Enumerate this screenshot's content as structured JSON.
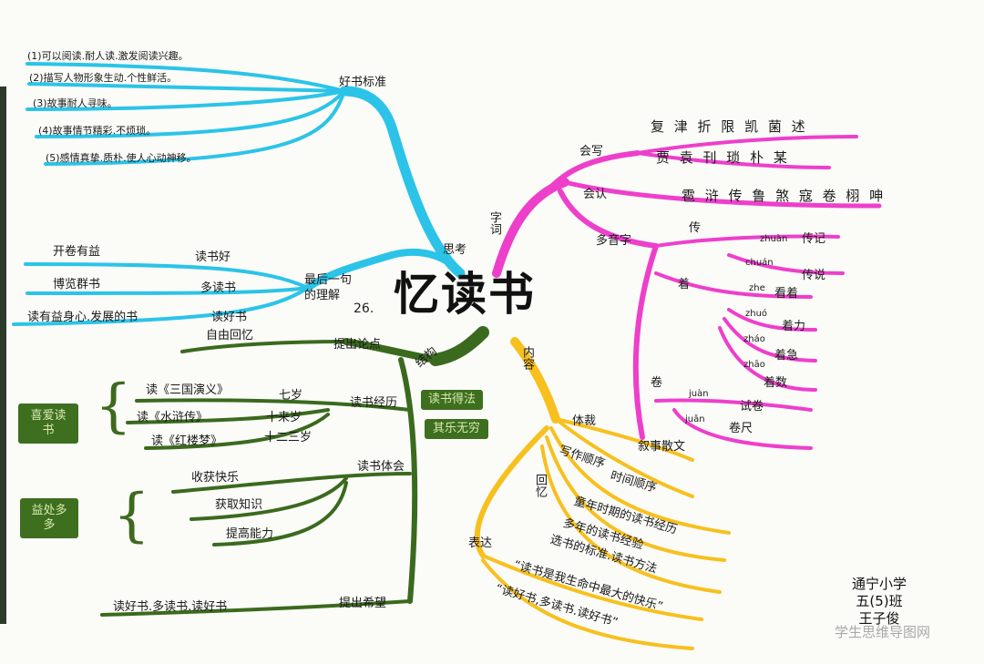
{
  "title": "忆读书",
  "title_number": "26.",
  "blue": {
    "topic": "思考",
    "standard": {
      "label": "好书标准",
      "items": [
        "(1)可以阅读.耐人读.激发阅读兴趣。",
        "(2)描写人物形象生动.个性鲜活。",
        "(3)故事耐人寻味。",
        "(4)故事情节精彩.不烦琐。",
        "(5)感情真挚.质朴.使人心动神移。"
      ]
    },
    "last_sentence": {
      "label": "最后一句的理解",
      "items": [
        {
          "left": "开卷有益",
          "right": "读书好"
        },
        {
          "left": "博览群书",
          "right": "多读书"
        },
        {
          "left": "读有益身心.发展的书",
          "right": "读好书"
        }
      ]
    }
  },
  "pink": {
    "topic": "字词",
    "write": {
      "label": "会写",
      "rows": [
        "复 津 折 限 凯 菌 述",
        "贾 袁 刊 琐 朴 某"
      ]
    },
    "recognize": {
      "label": "会认",
      "row": "雹 浒 传 鲁 煞 寇 卷 栩 呻"
    },
    "polyphone": {
      "label": "多音字",
      "chars": [
        {
          "char": "传",
          "readings": [
            {
              "pinyin": "zhuàn",
              "word": "传记"
            },
            {
              "pinyin": "chuán",
              "word": "传说"
            }
          ]
        },
        {
          "char": "着",
          "readings": [
            {
              "pinyin": "zhe",
              "word": "看着"
            },
            {
              "pinyin": "zhuó",
              "word": "着力"
            },
            {
              "pinyin": "zháo",
              "word": "着急"
            },
            {
              "pinyin": "zhāo",
              "word": "着数"
            }
          ]
        },
        {
          "char": "卷",
          "readings": [
            {
              "pinyin": "juàn",
              "word": "试卷"
            },
            {
              "pinyin": "juǎn",
              "word": "卷尺"
            }
          ]
        }
      ]
    }
  },
  "yellow": {
    "topic": "内容",
    "genre": {
      "label": "体裁",
      "value": "叙事散文"
    },
    "order": {
      "label": "写作顺序",
      "value": "时间顺序"
    },
    "recall": {
      "label": "回忆",
      "items": [
        "童年时期的读书经历",
        "多年的读书经验",
        "选书的标准.读书方法"
      ]
    },
    "express": {
      "label": "表达",
      "items": [
        "“读书是我生命中最大的快乐”",
        "“读好书,多读书.读好书”"
      ]
    }
  },
  "green": {
    "topic": "结构",
    "boxes": [
      "读书得法",
      "其乐无穷",
      "喜爱读书",
      "益处多多"
    ],
    "nodes": [
      "提出论点",
      "读书经历",
      "读书体会",
      "提出希望"
    ],
    "recall_time": "自由回忆",
    "books": [
      {
        "title": "读《三国演义》",
        "age": "七岁"
      },
      {
        "title": "读《水浒传》",
        "age": "十来岁"
      },
      {
        "title": "读《红楼梦》",
        "age": "十二三岁"
      }
    ],
    "benefits": [
      "收获快乐",
      "获取知识",
      "提高能力"
    ],
    "hope": "读好书.多读书.读好书"
  },
  "author": {
    "school": "通宁小学",
    "class": "五(5)班",
    "name": "王子俊"
  },
  "watermark": "学生思维导图网",
  "colors": {
    "blue": "#2bc4e8",
    "pink": "#ee3fcb",
    "yellow": "#f7c01e",
    "green": "#3a6a1e",
    "box": "#3d6f1f"
  }
}
